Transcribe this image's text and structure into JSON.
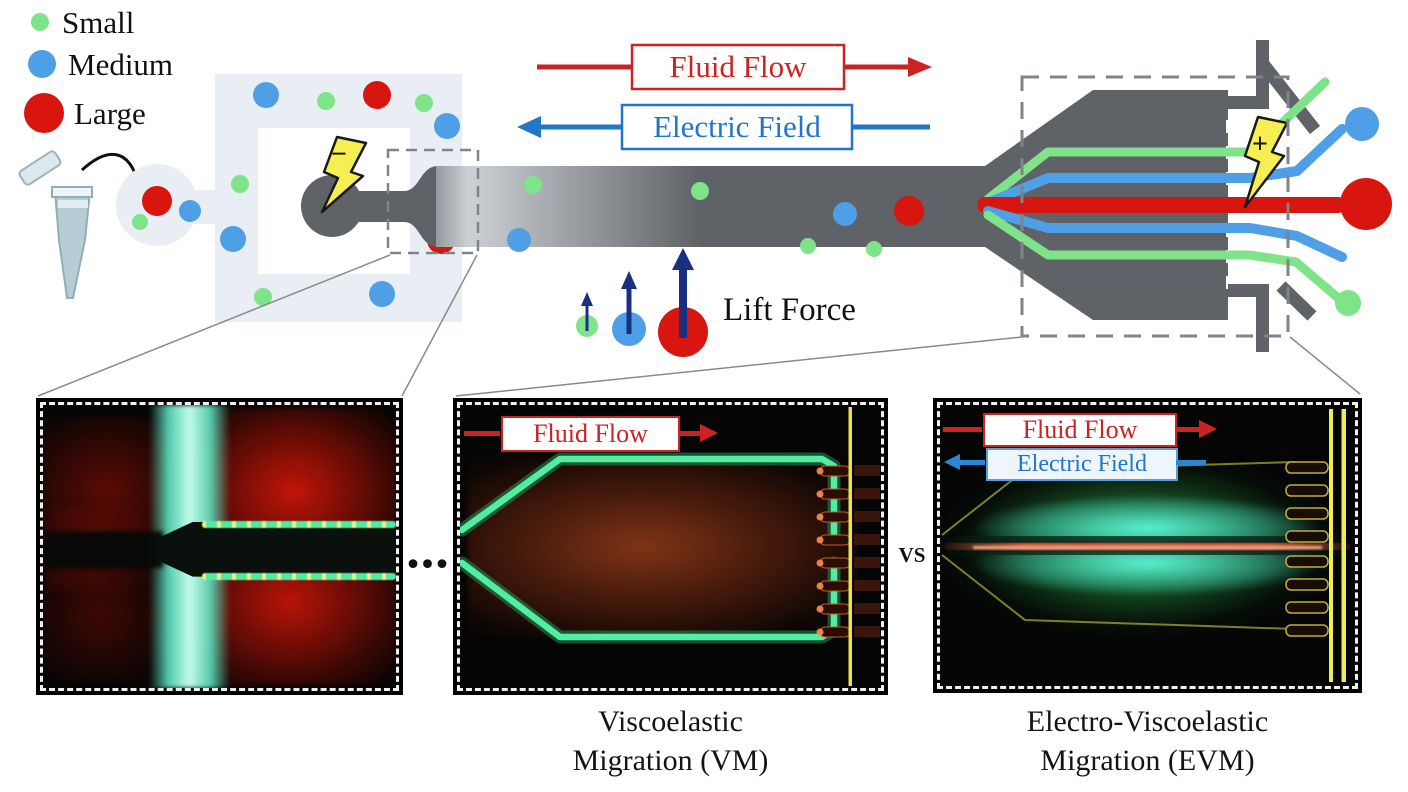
{
  "legend": {
    "items": [
      {
        "label": "Small",
        "color": "#7fe389"
      },
      {
        "label": "Medium",
        "color": "#4f9fe6"
      },
      {
        "label": "Large",
        "color": "#d8150f"
      }
    ]
  },
  "schematic": {
    "fluid_flow_label": "Fluid Flow",
    "electric_field_label": "Electric Field",
    "lift_force_label": "Lift Force",
    "negative_electrode_sign": "−",
    "positive_electrode_sign": "+"
  },
  "micrographs": {
    "vm": {
      "fluid_flow_label": "Fluid Flow",
      "caption_line1": "Viscoelastic",
      "caption_line2": "Migration (VM)"
    },
    "evm": {
      "fluid_flow_label": "Fluid Flow",
      "electric_field_label": "Electric Field",
      "caption_line1": "Electro-Viscoelastic",
      "caption_line2": "Migration (EVM)"
    },
    "separator_ellipsis": "...",
    "separator_vs": "vs"
  },
  "colors": {
    "small_particle_green": "#7fe389",
    "medium_particle_blue": "#4f9fe6",
    "large_particle_red": "#d8150f",
    "channel_gray": "#5f6266",
    "reservoir_light": "#e9eef4",
    "electrode_bolt_yellow": "#f5ef53",
    "fluid_flow_red": "#cc2222",
    "electric_field_blue": "#2176cc",
    "lift_force_navy": "#1b2f80",
    "fluorescence_green": "#52eda0",
    "fluorescence_cyan": "#5feec8",
    "fluorescence_red": "#c01407",
    "wall_yellow": "#e9e44e"
  }
}
